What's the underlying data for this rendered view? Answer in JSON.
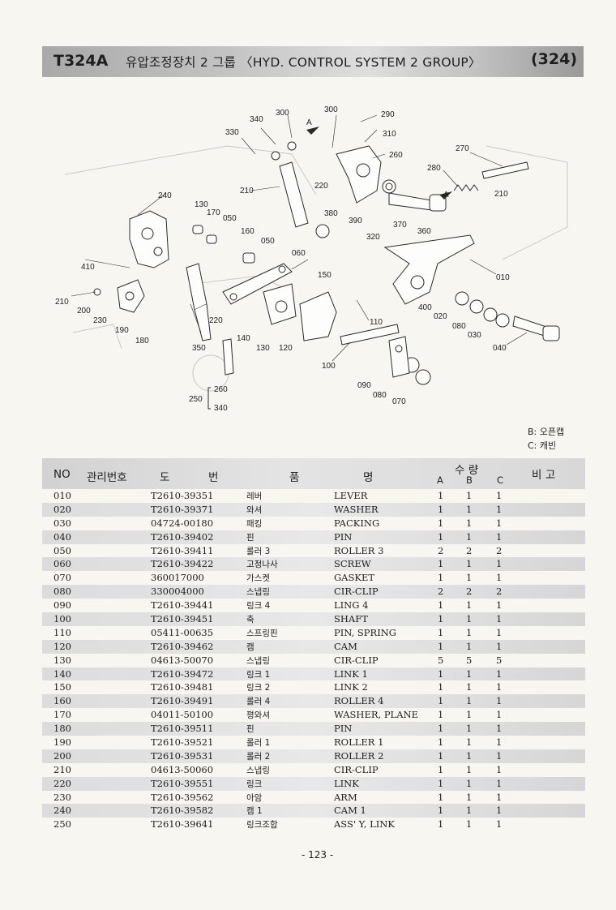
{
  "header": {
    "code": "T324A",
    "title": "유압조정장치 2 그룹 〈HYD. CONTROL SYSTEM 2 GROUP〉",
    "page_code": "(324)"
  },
  "diagram": {
    "arrow_letter": "A",
    "callouts": [
      "300",
      "340",
      "300",
      "290",
      "330",
      "310",
      "260",
      "270",
      "280",
      "210",
      "210",
      "220",
      "240",
      "130",
      "170",
      "050",
      "380",
      "390",
      "370",
      "360",
      "160",
      "050",
      "320",
      "060",
      "410",
      "150",
      "010",
      "210",
      "200",
      "230",
      "190",
      "180",
      "350",
      "220",
      "140",
      "130",
      "120",
      "110",
      "400",
      "020",
      "080",
      "030",
      "040",
      "100",
      "090",
      "080",
      "070"
    ],
    "group_label": "250",
    "group_items": [
      "260",
      "340"
    ]
  },
  "notes": {
    "b": "B: 오픈캡",
    "c": "C: 캐빈"
  },
  "table": {
    "headers": {
      "no": "NO",
      "mgmt": "관리번호",
      "drawing_1": "도",
      "drawing_2": "번",
      "name_1": "품",
      "name_2": "명",
      "qty": "수 량",
      "col_a": "A",
      "col_b": "B",
      "col_c": "C",
      "remark": "비 고"
    },
    "rows": [
      {
        "no": "010",
        "pn": "T2610-39351",
        "kr": "레버",
        "en": "LEVER",
        "a": "1",
        "b": "1",
        "c": "1"
      },
      {
        "no": "020",
        "pn": "T2610-39371",
        "kr": "와셔",
        "en": "WASHER",
        "a": "1",
        "b": "1",
        "c": "1"
      },
      {
        "no": "030",
        "pn": "04724-00180",
        "kr": "패킹",
        "en": "PACKING",
        "a": "1",
        "b": "1",
        "c": "1"
      },
      {
        "no": "040",
        "pn": "T2610-39402",
        "kr": "핀",
        "en": "PIN",
        "a": "1",
        "b": "1",
        "c": "1"
      },
      {
        "no": "050",
        "pn": "T2610-39411",
        "kr": "롤러 3",
        "en": "ROLLER 3",
        "a": "2",
        "b": "2",
        "c": "2"
      },
      {
        "no": "060",
        "pn": "T2610-39422",
        "kr": "고정나사",
        "en": "SCREW",
        "a": "1",
        "b": "1",
        "c": "1"
      },
      {
        "no": "070",
        "pn": "360017000",
        "kr": "가스켓",
        "en": "GASKET",
        "a": "1",
        "b": "1",
        "c": "1"
      },
      {
        "no": "080",
        "pn": "330004000",
        "kr": "스냅링",
        "en": "CIR-CLIP",
        "a": "2",
        "b": "2",
        "c": "2"
      },
      {
        "no": "090",
        "pn": "T2610-39441",
        "kr": "링크 4",
        "en": "LING 4",
        "a": "1",
        "b": "1",
        "c": "1"
      },
      {
        "no": "100",
        "pn": "T2610-39451",
        "kr": "축",
        "en": "SHAFT",
        "a": "1",
        "b": "1",
        "c": "1"
      },
      {
        "no": "110",
        "pn": "05411-00635",
        "kr": "스프링핀",
        "en": "PIN, SPRING",
        "a": "1",
        "b": "1",
        "c": "1"
      },
      {
        "no": "120",
        "pn": "T2610-39462",
        "kr": "캠",
        "en": "CAM",
        "a": "1",
        "b": "1",
        "c": "1"
      },
      {
        "no": "130",
        "pn": "04613-50070",
        "kr": "스냅링",
        "en": "CIR-CLIP",
        "a": "5",
        "b": "5",
        "c": "5"
      },
      {
        "no": "140",
        "pn": "T2610-39472",
        "kr": "링크 1",
        "en": "LINK 1",
        "a": "1",
        "b": "1",
        "c": "1"
      },
      {
        "no": "150",
        "pn": "T2610-39481",
        "kr": "링크 2",
        "en": "LINK 2",
        "a": "1",
        "b": "1",
        "c": "1"
      },
      {
        "no": "160",
        "pn": "T2610-39491",
        "kr": "롤러 4",
        "en": "ROLLER 4",
        "a": "1",
        "b": "1",
        "c": "1"
      },
      {
        "no": "170",
        "pn": "04011-50100",
        "kr": "평와셔",
        "en": "WASHER, PLANE",
        "a": "1",
        "b": "1",
        "c": "1"
      },
      {
        "no": "180",
        "pn": "T2610-39511",
        "kr": "핀",
        "en": "PIN",
        "a": "1",
        "b": "1",
        "c": "1"
      },
      {
        "no": "190",
        "pn": "T2610-39521",
        "kr": "롤러 1",
        "en": "ROLLER 1",
        "a": "1",
        "b": "1",
        "c": "1"
      },
      {
        "no": "200",
        "pn": "T2610-39531",
        "kr": "롤러 2",
        "en": "ROLLER 2",
        "a": "1",
        "b": "1",
        "c": "1"
      },
      {
        "no": "210",
        "pn": "04613-50060",
        "kr": "스냅링",
        "en": "CIR-CLIP",
        "a": "1",
        "b": "1",
        "c": "1"
      },
      {
        "no": "220",
        "pn": "T2610-39551",
        "kr": "링크",
        "en": "LINK",
        "a": "1",
        "b": "1",
        "c": "1"
      },
      {
        "no": "230",
        "pn": "T2610-39562",
        "kr": "아암",
        "en": "ARM",
        "a": "1",
        "b": "1",
        "c": "1"
      },
      {
        "no": "240",
        "pn": "T2610-39582",
        "kr": "캠 1",
        "en": "CAM 1",
        "a": "1",
        "b": "1",
        "c": "1"
      },
      {
        "no": "250",
        "pn": "T2610-39641",
        "kr": "링크조합",
        "en": "ASS' Y, LINK",
        "a": "1",
        "b": "1",
        "c": "1"
      }
    ]
  },
  "footer": {
    "page_number": "- 123 -"
  }
}
